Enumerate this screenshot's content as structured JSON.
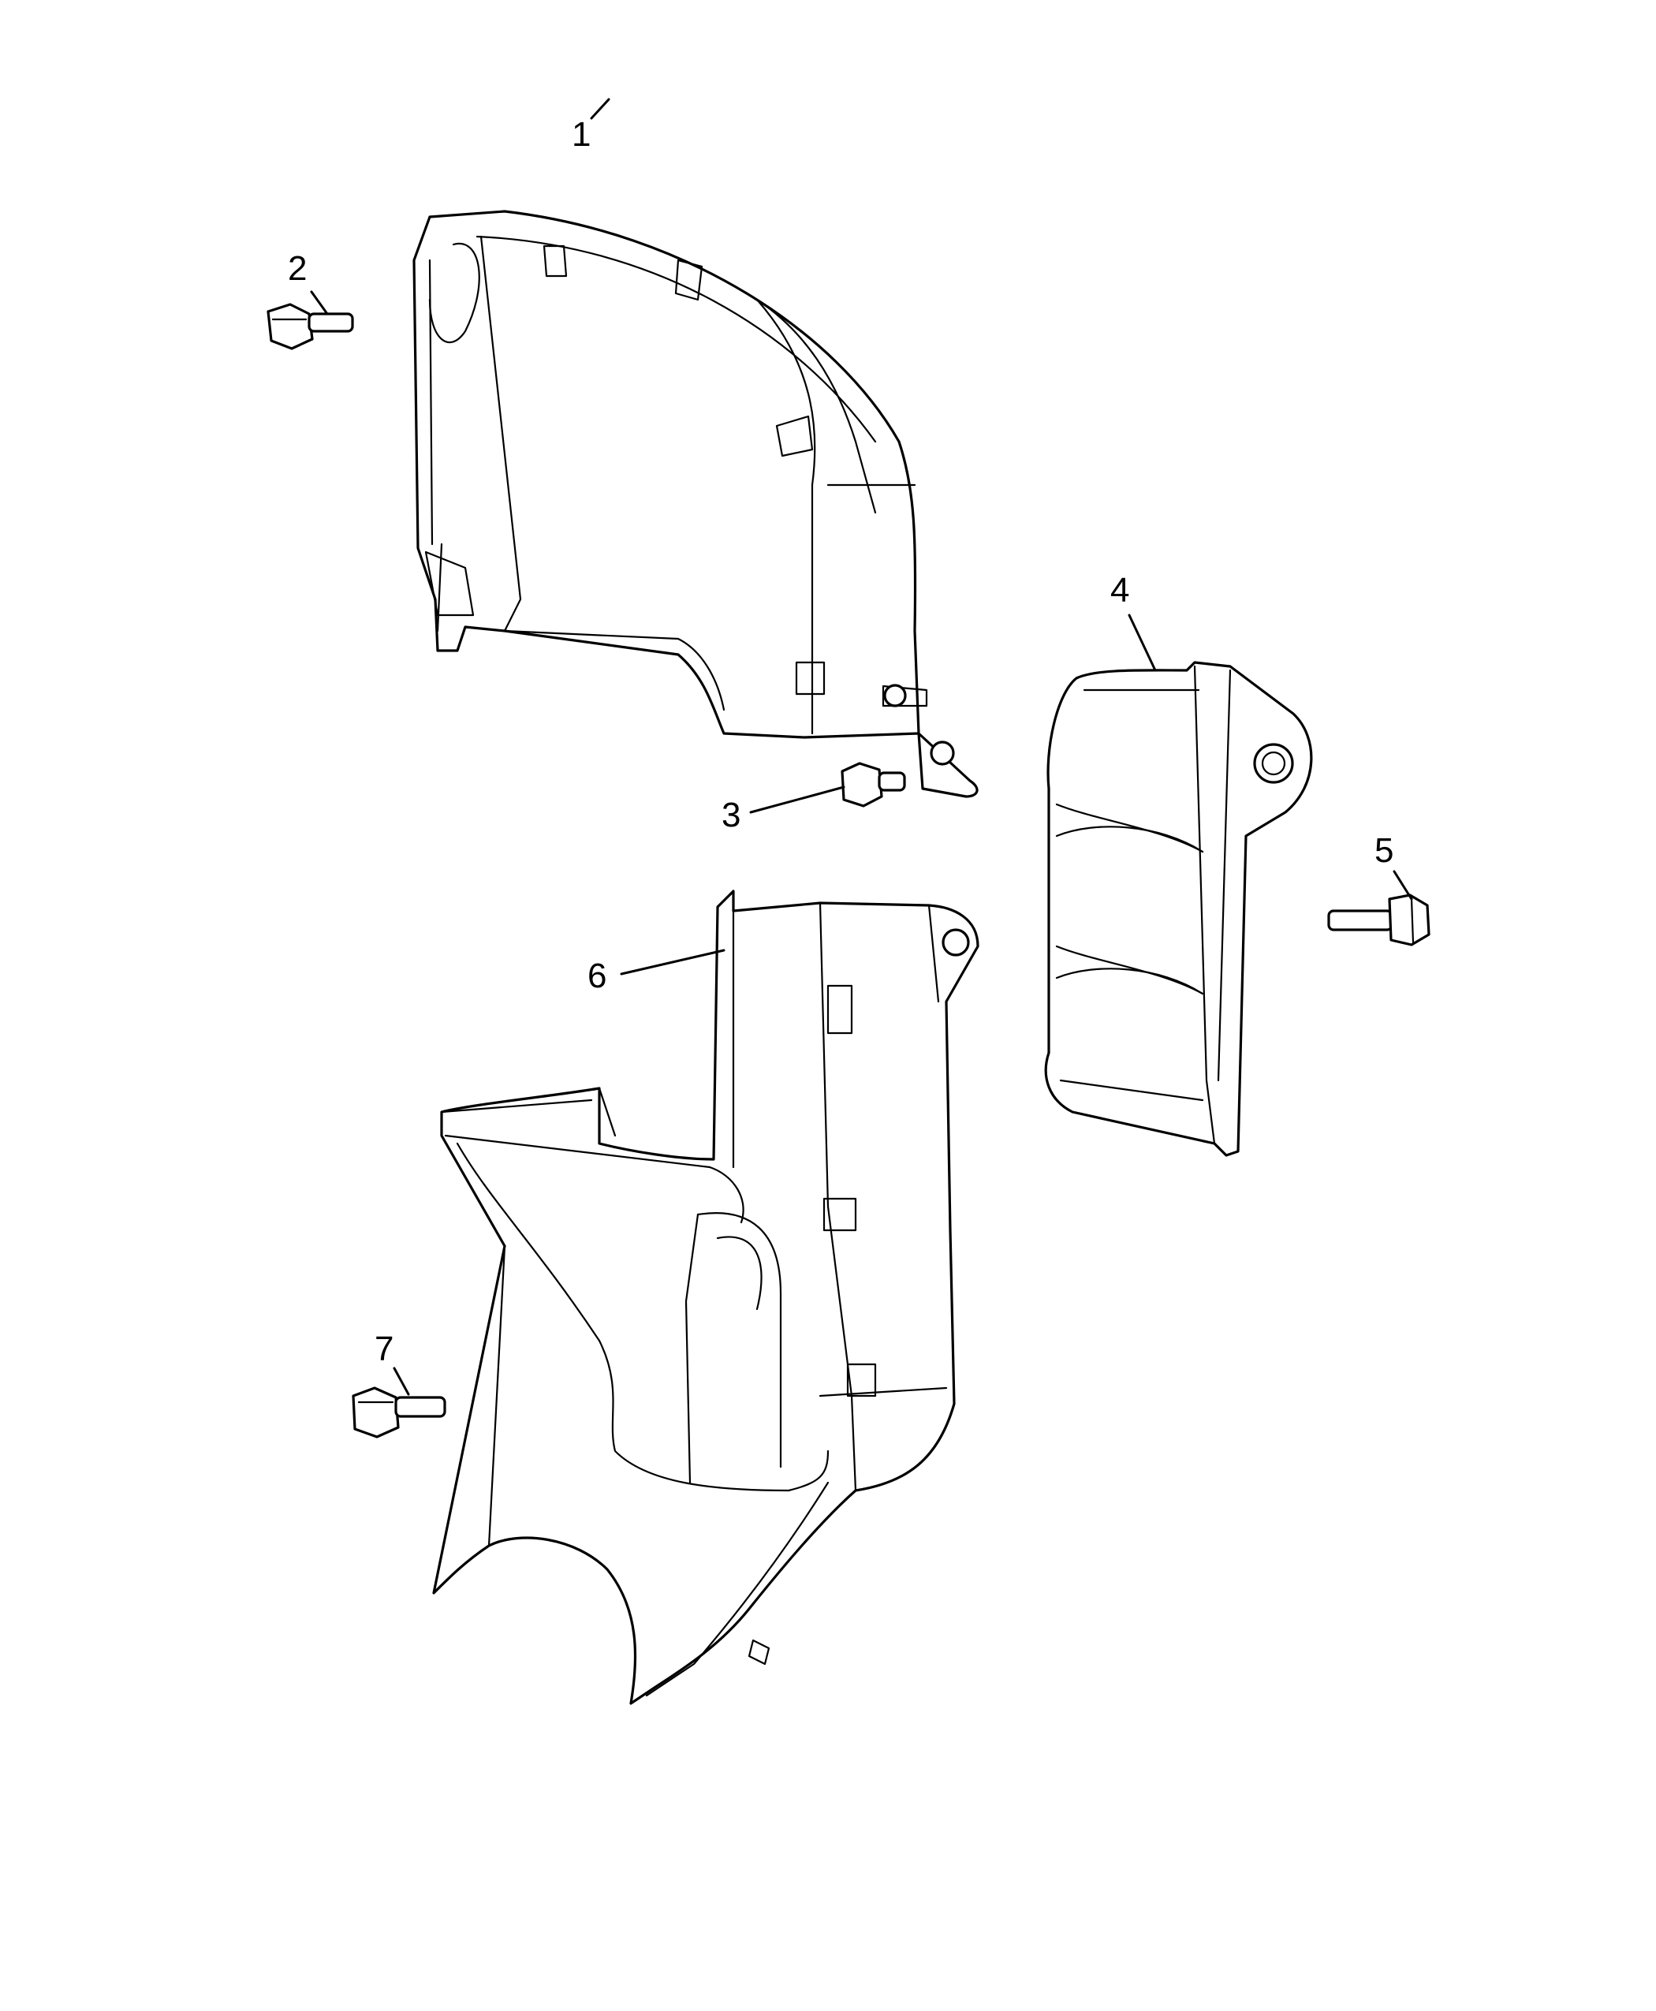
{
  "diagram": {
    "callouts": [
      {
        "id": "1",
        "label": "1",
        "part": "upper-timing-cover"
      },
      {
        "id": "2",
        "label": "2",
        "part": "bolt"
      },
      {
        "id": "3",
        "label": "3",
        "part": "bolt"
      },
      {
        "id": "4",
        "label": "4",
        "part": "inner-timing-cover"
      },
      {
        "id": "5",
        "label": "5",
        "part": "bolt"
      },
      {
        "id": "6",
        "label": "6",
        "part": "lower-timing-cover"
      },
      {
        "id": "7",
        "label": "7",
        "part": "bolt"
      }
    ],
    "colors": {
      "line": "#000000",
      "background": "#ffffff"
    }
  }
}
